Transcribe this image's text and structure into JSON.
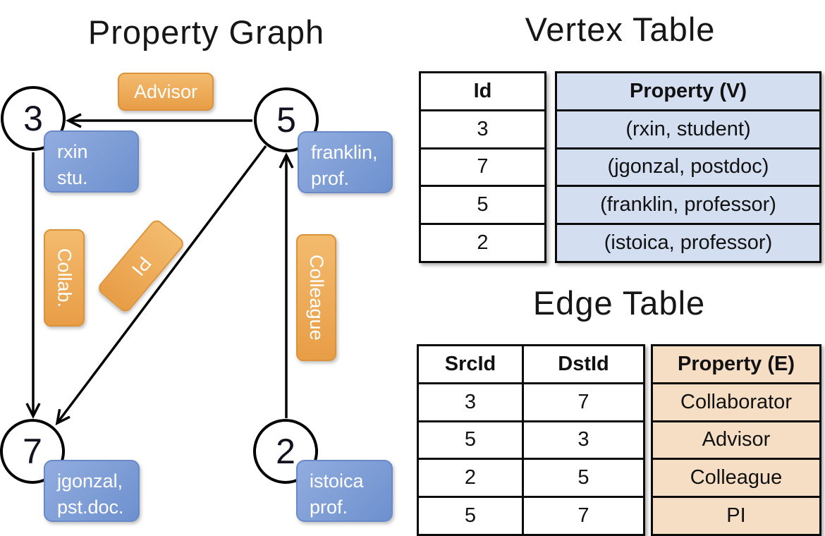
{
  "graph": {
    "title": "Property Graph",
    "nodes": [
      {
        "id": "3"
      },
      {
        "id": "5"
      },
      {
        "id": "7"
      },
      {
        "id": "2"
      }
    ],
    "node_properties": [
      {
        "line1": "rxin",
        "line2": "stu."
      },
      {
        "line1": "franklin,",
        "line2": "prof."
      },
      {
        "line1": "jgonzal,",
        "line2": "pst.doc."
      },
      {
        "line1": "istoica",
        "line2": "prof."
      }
    ],
    "edge_labels": [
      {
        "label": "Advisor"
      },
      {
        "label": "Collab."
      },
      {
        "label": "PI"
      },
      {
        "label": "Colleague"
      }
    ]
  },
  "vertex_table": {
    "title": "Vertex Table",
    "headers": {
      "id": "Id",
      "property": "Property (V)"
    },
    "rows": [
      {
        "id": "3",
        "property": "(rxin, student)"
      },
      {
        "id": "7",
        "property": "(jgonzal, postdoc)"
      },
      {
        "id": "5",
        "property": "(franklin, professor)"
      },
      {
        "id": "2",
        "property": "(istoica, professor)"
      }
    ]
  },
  "edge_table": {
    "title": "Edge Table",
    "headers": {
      "src": "SrcId",
      "dst": "DstId",
      "property": "Property (E)"
    },
    "rows": [
      {
        "src": "3",
        "dst": "7",
        "property": "Collaborator"
      },
      {
        "src": "5",
        "dst": "3",
        "property": "Advisor"
      },
      {
        "src": "2",
        "dst": "5",
        "property": "Colleague"
      },
      {
        "src": "5",
        "dst": "7",
        "property": "PI"
      }
    ]
  },
  "colors": {
    "edge_label_orange_top": "#F3BB6E",
    "edge_label_orange_bottom": "#E89D46",
    "vertex_label_blue_top": "#92ADDF",
    "vertex_label_blue_bottom": "#6D90CE",
    "vertex_table_fill": "#D3DEF1",
    "edge_table_fill": "#F5DEC3",
    "line_color": "#000000"
  }
}
